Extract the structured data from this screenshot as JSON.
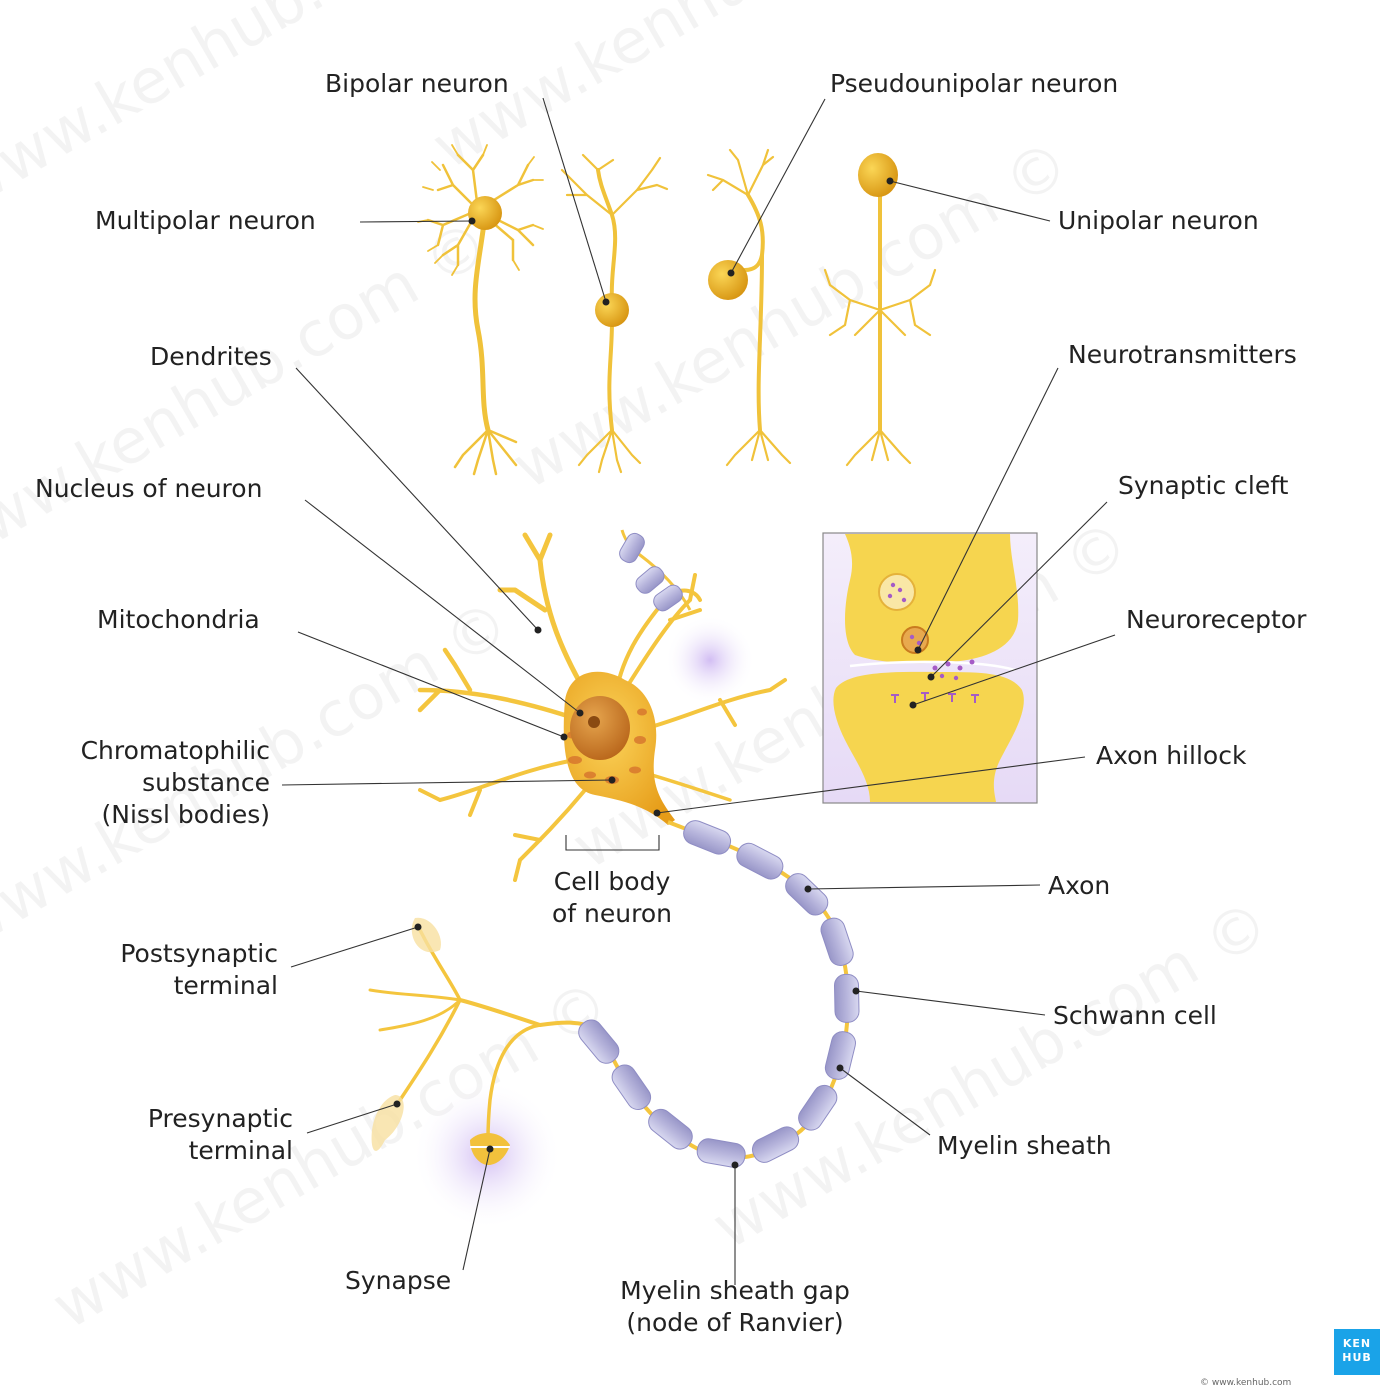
{
  "labels": {
    "bipolar": "Bipolar neuron",
    "pseudounipolar": "Pseudounipolar neuron",
    "multipolar": "Multipolar neuron",
    "unipolar": "Unipolar neuron",
    "dendrites": "Dendrites",
    "neurotransmitters": "Neurotransmitters",
    "nucleus": "Nucleus of neuron",
    "synaptic_cleft": "Synaptic cleft",
    "mitochondria": "Mitochondria",
    "neuroreceptor": "Neuroreceptor",
    "chromatophilic_1": "Chromatophilic",
    "chromatophilic_2": "substance",
    "chromatophilic_3": "(Nissl bodies)",
    "axon_hillock": "Axon hillock",
    "cell_body_1": "Cell body",
    "cell_body_2": "of neuron",
    "axon": "Axon",
    "postsynaptic_1": "Postsynaptic",
    "postsynaptic_2": "terminal",
    "schwann": "Schwann cell",
    "presynaptic_1": "Presynaptic",
    "presynaptic_2": "terminal",
    "myelin_sheath": "Myelin sheath",
    "synapse": "Synapse",
    "node_1": "Myelin sheath gap",
    "node_2": "(node of Ranvier)"
  },
  "watermark": "www.kenhub.com ©",
  "badge": {
    "line1": "KEN",
    "line2": "HUB"
  },
  "copyright": "© www.kenhub.com",
  "colors": {
    "neuron": "#f5cc45",
    "neuron_dark": "#e0a416",
    "soma": "#f0b22c",
    "nucleus": "#c97b1f",
    "myelin": "#b9b8dd",
    "myelin_dark": "#8f8dc4",
    "leader": "#333333",
    "glow": "#d8c6f4",
    "badge": "#1aa3e8"
  }
}
